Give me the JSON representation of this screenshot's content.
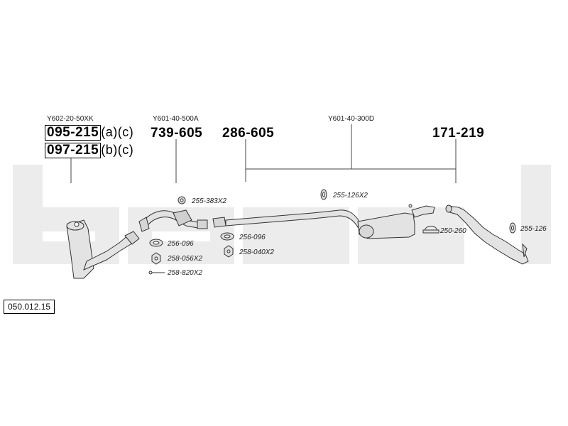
{
  "diagram_id": "050.012.15",
  "references": {
    "ref_1": "Y602-20-50XK",
    "ref_2": "Y601-40-500A",
    "ref_3": "Y601-40-300D"
  },
  "part_numbers": {
    "p1": "095-215",
    "p1_suffix": "(a)(c)",
    "p2": "097-215",
    "p2_suffix": "(b)(c)",
    "p3": "739-605",
    "p4": "286-605",
    "p5": "171-219"
  },
  "parts": {
    "l1": "255-383X2",
    "l2": "256-096",
    "l3": "258-056X2",
    "l4": "258-820X2",
    "l5": "256-096",
    "l6": "258-040X2",
    "l7": "255-126X2",
    "l8": "250-260",
    "l9": "255-126"
  },
  "colors": {
    "watermark": "#ececec",
    "line": "#444444",
    "part_fill": "#e3e3e3"
  }
}
